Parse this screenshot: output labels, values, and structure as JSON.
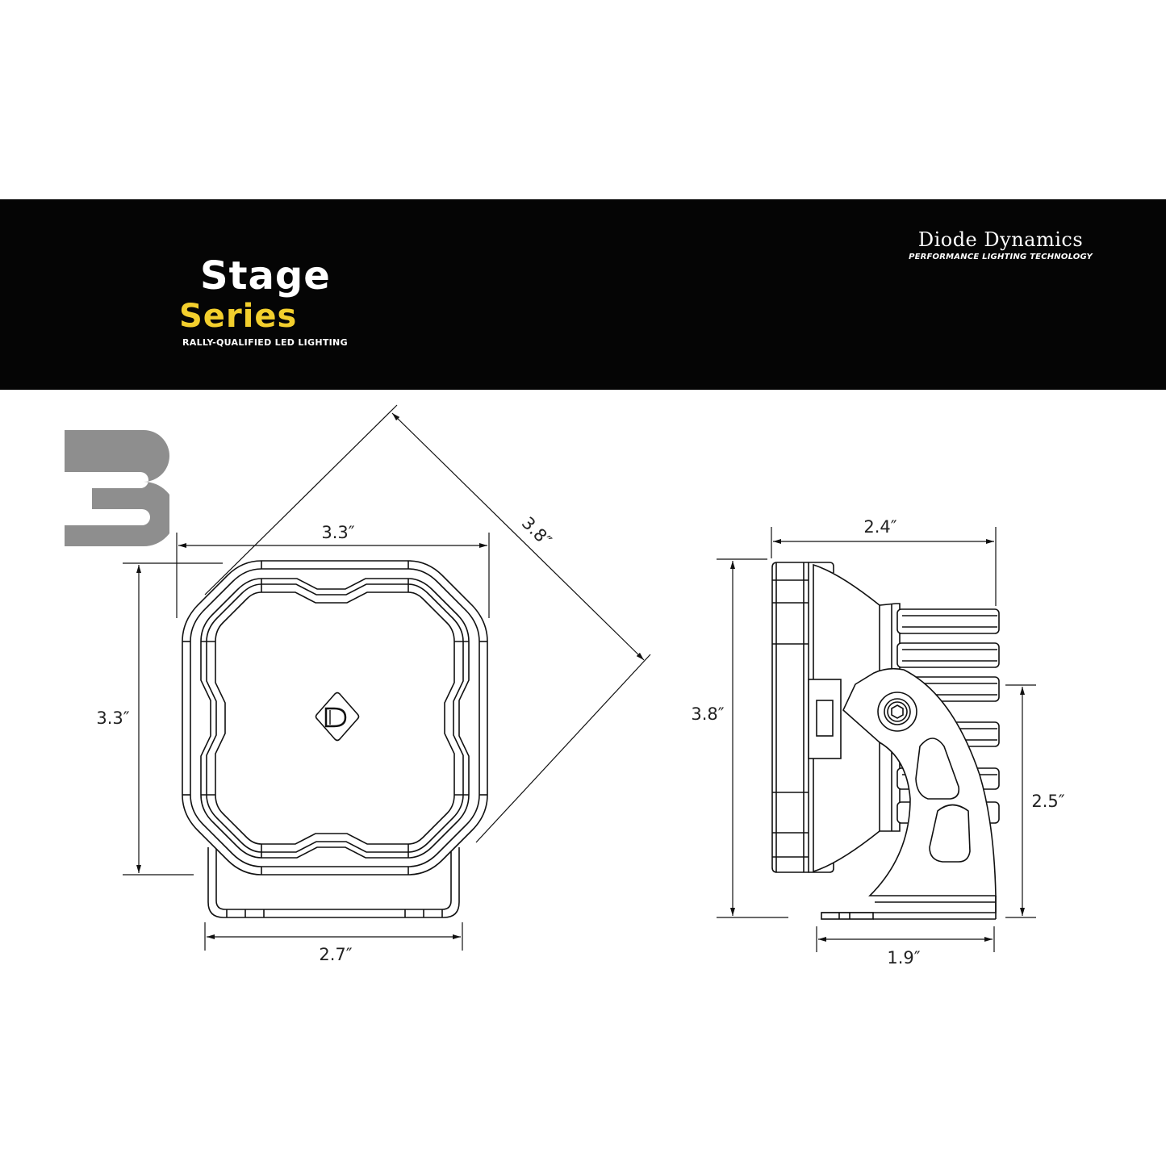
{
  "banner": {
    "logo": {
      "numeral": "3",
      "word1": "Stage",
      "word2": "Series",
      "tagline": "RALLY-QUALIFIED LED LIGHTING"
    },
    "brand": {
      "name": "Diode Dynamics",
      "tagline": "PERFORMANCE LIGHTING TECHNOLOGY"
    },
    "colors": {
      "background": "#050505",
      "numeral": "#8e8e8e",
      "stage": "#ffffff",
      "series": "#f3cf2d"
    }
  },
  "front_view": {
    "width_label": "3.3″",
    "height_label": "3.3″",
    "diagonal_label": "3.8″",
    "bracket_width_label": "2.7″",
    "center_logo": "D"
  },
  "side_view": {
    "depth_label": "2.4″",
    "total_height_label": "3.8″",
    "bracket_height_label": "2.5″",
    "bracket_depth_label": "1.9″"
  }
}
